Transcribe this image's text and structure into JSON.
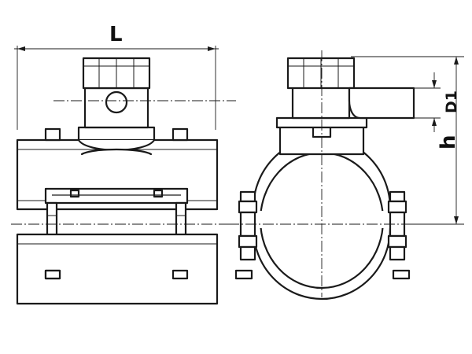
{
  "labels": {
    "length": "L",
    "height": "h",
    "outlet_diameter": "D1"
  }
}
